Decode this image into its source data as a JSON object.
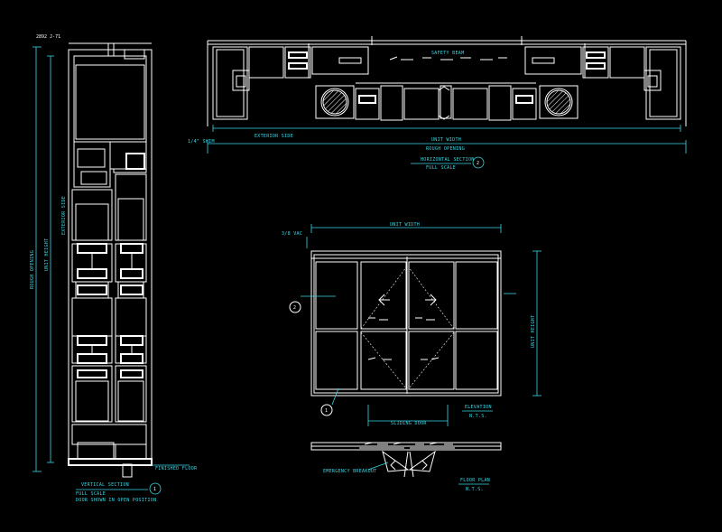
{
  "labels": {
    "drawing_no": "2892 J-71",
    "rough_opening_v": "ROUGH OPENING",
    "unit_height_v": "UNIT HEIGHT",
    "exterior_side_v": "EXTERIOR SIDE",
    "finished_floor": "FINISHED FLOOR",
    "vertical_section": "VERTICAL SECTION",
    "full_scale_1": "FULL SCALE",
    "door_note": "DOOR SHOWN IN OPEN POSITION",
    "vertical_section_ref": "1",
    "safety_beam": "SAFETY BEAM",
    "exterior_side_h": "EXTERIOR SIDE",
    "unit_width_h": "UNIT WIDTH",
    "rough_opening_h": "ROUGH OPENING",
    "horizontal_section": "HORIZONTAL SECTION",
    "full_scale_2": "FULL SCALE",
    "horizontal_section_ref": "2",
    "side_note": "1/4\" SHIM",
    "elevation_unit_width": "UNIT WIDTH",
    "elevation_tag": "3/8 VAC",
    "unit_height_elev": "UNIT HEIGHT",
    "sliding_door": "SLIDING DOOR",
    "elevation": "ELEVATION",
    "nts_1": "N.T.S.",
    "emergency_breakout": "EMERGENCY BREAKOUT",
    "floor_plan": "FLOOR PLAN",
    "nts_2": "N.T.S.",
    "callout_left": "2",
    "callout_bottom": "1"
  },
  "colors": {
    "background": "#000000",
    "lines": "#ffffff",
    "annotation": "#39d7e6"
  }
}
